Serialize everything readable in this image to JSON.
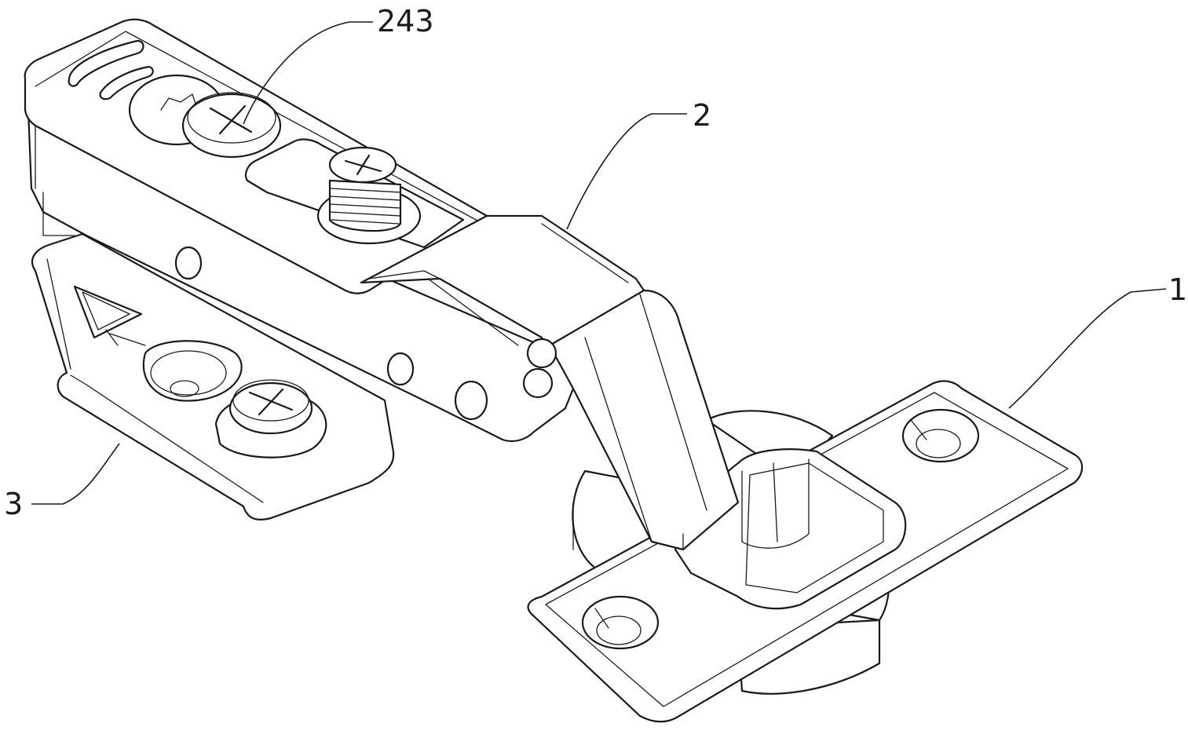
{
  "callouts": [
    {
      "id": "c243",
      "label": "243"
    },
    {
      "id": "c2",
      "label": "2"
    },
    {
      "id": "c1",
      "label": "1"
    },
    {
      "id": "c3",
      "label": "3"
    }
  ]
}
